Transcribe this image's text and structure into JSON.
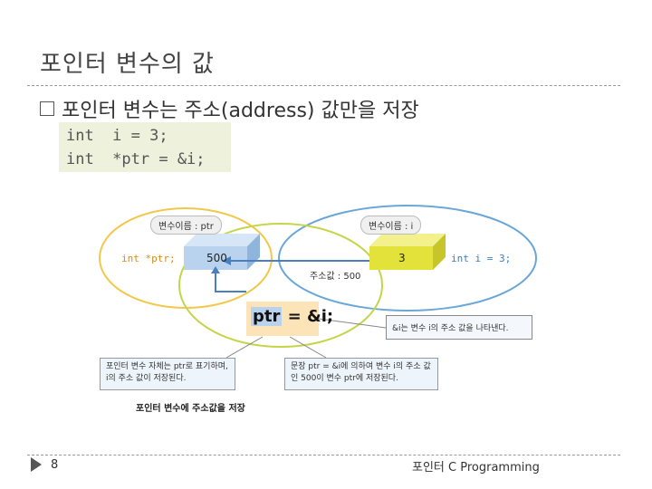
{
  "slide": {
    "title": "포인터 변수의 값",
    "bullet": "포인터 변수는 주소(address) 값만을 저장",
    "code_lines": [
      "int  i = 3;",
      "int  *ptr = &i;"
    ],
    "page_number": "8",
    "footer": "포인터   C Programming"
  },
  "diagram": {
    "ptr_name_label": "변수이름 : ptr",
    "i_name_label": "변수이름 : i",
    "ptr_decl": "int *ptr;",
    "i_decl": "int i = 3;",
    "ptr_value": "500",
    "i_value": "3",
    "address_label": "주소값 : 500",
    "statement": "ptr = &i;",
    "statement_ptr": "ptr",
    "statement_rest": " = &i;",
    "right_note": "&i는 변수 i의 주소 값을 나타낸다.",
    "left_note": "포인터 변수 자체는 ptr로 표기하며, i의 주소 값이 저장된다.",
    "bottom_note": "문장 ptr = &i에 의하여 변수 i의 주소 값인 500이 변수 ptr에 저장된다.",
    "caption": "포인터 변수에 주소값을 저장",
    "colors": {
      "yellow_ellipse": "#f2c84b",
      "blue_ellipse": "#6aa7d8",
      "green_ellipse": "#c3d64a",
      "ptr_box": "#b9d3ee",
      "i_box": "#e3e23a",
      "statement_bg": "#fde3b8"
    }
  }
}
